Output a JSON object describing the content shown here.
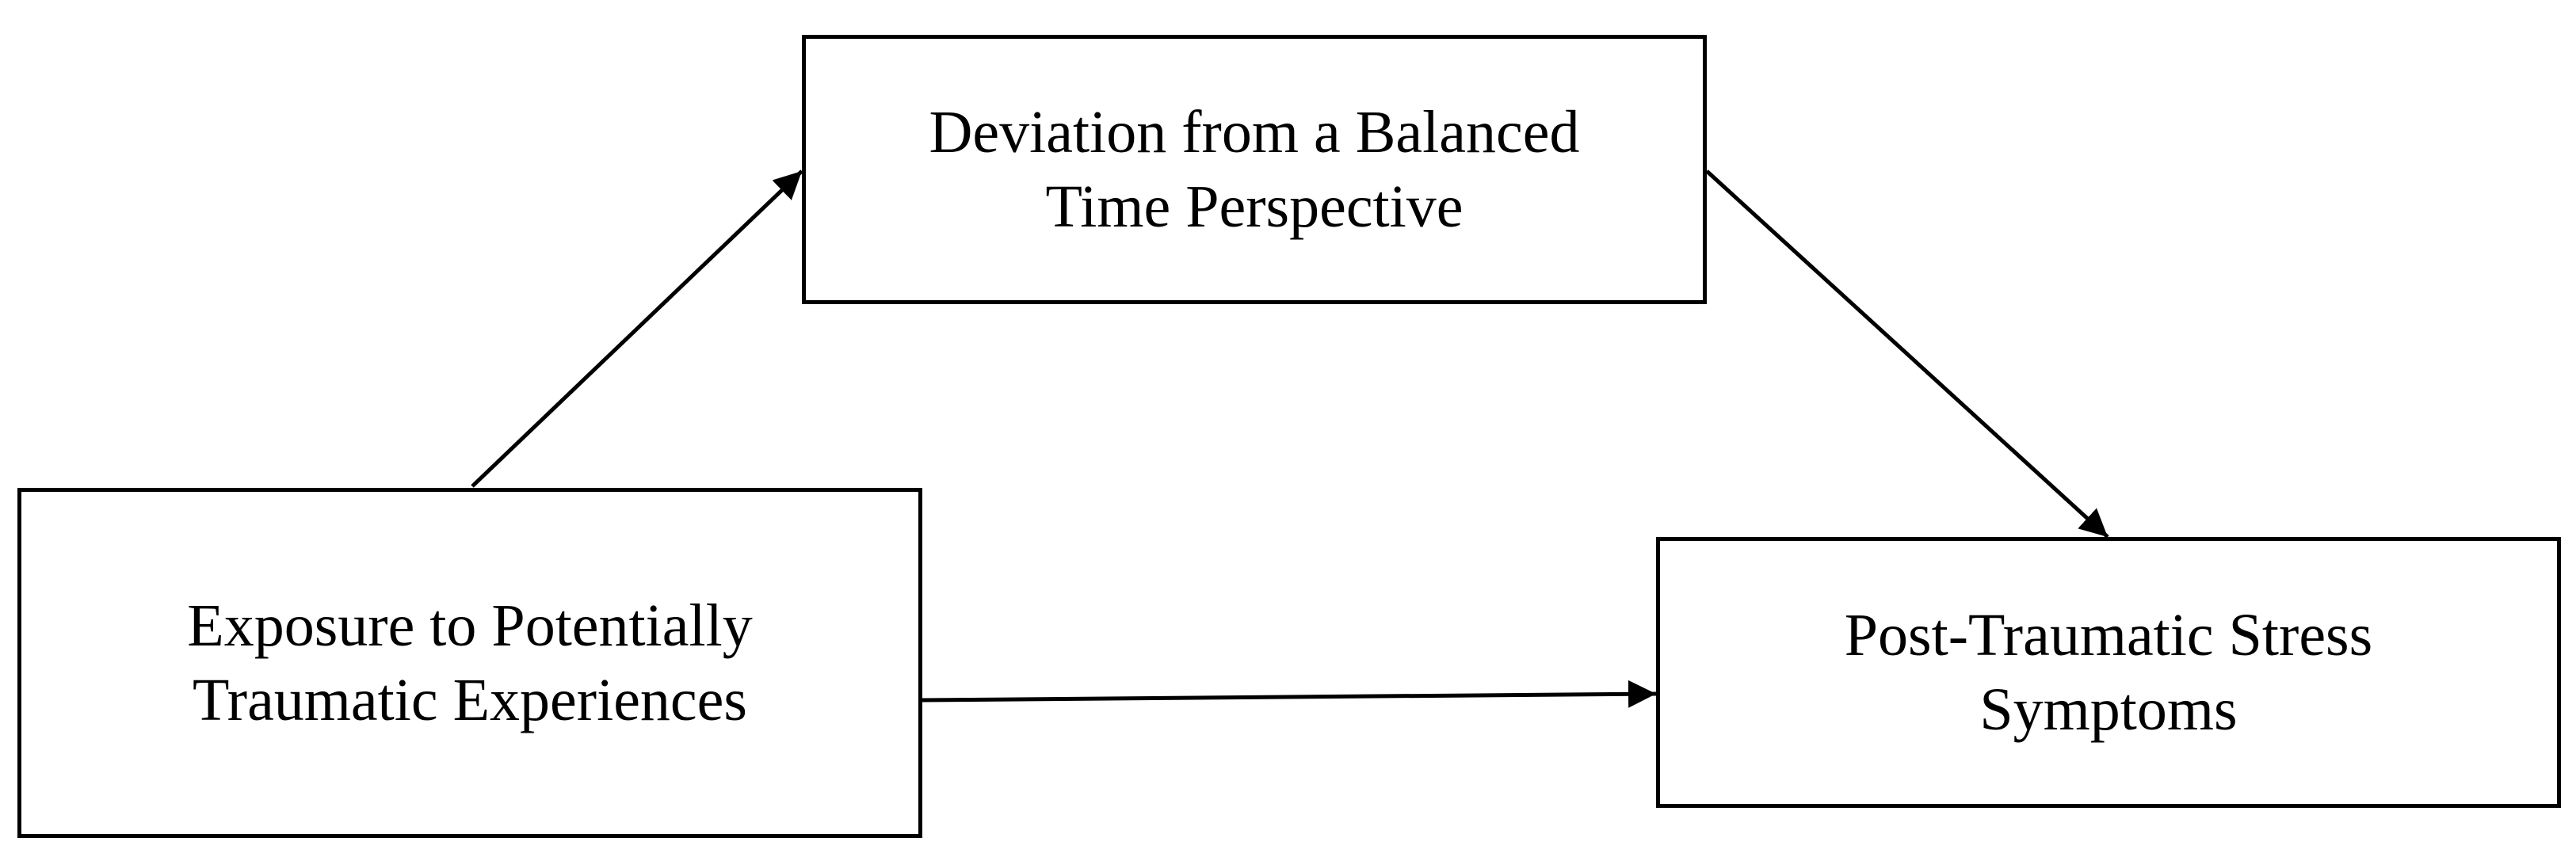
{
  "diagram": {
    "nodes": {
      "mediator": {
        "line1": "Deviation from a Balanced",
        "line2": "Time Perspective"
      },
      "predictor": {
        "line1": "Exposure to Potentially",
        "line2": "Traumatic Experiences"
      },
      "outcome": {
        "line1": "Post-Traumatic Stress",
        "line2": "Symptoms"
      }
    },
    "edges": [
      {
        "from": "predictor",
        "to": "mediator"
      },
      {
        "from": "mediator",
        "to": "outcome"
      },
      {
        "from": "predictor",
        "to": "outcome"
      }
    ],
    "colors": {
      "stroke": "#000000",
      "background": "#ffffff"
    }
  }
}
